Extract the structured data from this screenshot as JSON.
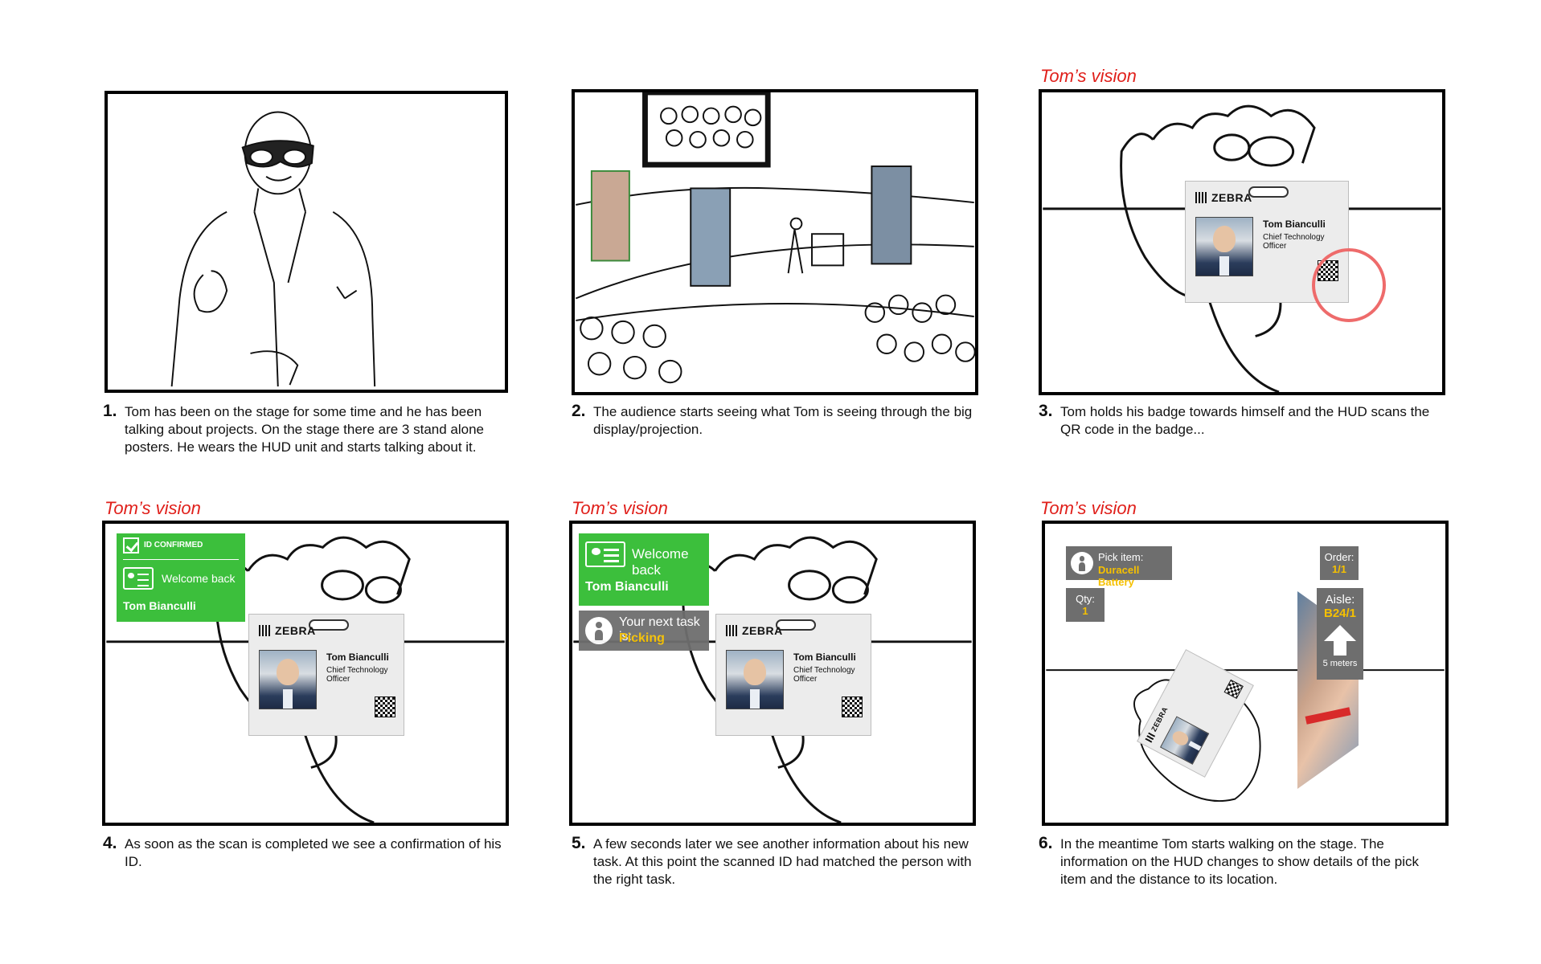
{
  "vision_label": "Tom’s vision",
  "captions": [
    {
      "num": "1.",
      "text": "Tom has been on the stage for some time and he has been talking about projects. On the stage there are 3 stand alone posters. He wears the HUD unit and starts talking about it."
    },
    {
      "num": "2.",
      "text": "The audience starts seeing what Tom is seeing through the big display/projection."
    },
    {
      "num": "3.",
      "text": "Tom holds his badge towards himself and the HUD scans the QR code in the badge..."
    },
    {
      "num": "4.",
      "text": "As soon as the scan is completed we see a confirmation of his ID."
    },
    {
      "num": "5.",
      "text": "A few seconds later we see another information about his new task. At this point the scanned ID had matched the person with the right task."
    },
    {
      "num": "6.",
      "text": "In the meantime Tom starts walking on the stage. The information on the HUD changes to show details of the pick item and the distance to its location."
    }
  ],
  "badge": {
    "logo": "ZEBRA",
    "name": "Tom Bianculli",
    "title": "Chief Technology Officer"
  },
  "hud4": {
    "id_confirmed": "ID CONFIRMED",
    "welcome": "Welcome back",
    "name": "Tom Bianculli"
  },
  "hud5": {
    "welcome": "Welcome back",
    "name": "Tom Bianculli",
    "next_task_label": "Your next task is:",
    "next_task_value": "Picking"
  },
  "hud6": {
    "pick_label": "Pick item:",
    "pick_value": "Duracell Battery",
    "order_label": "Order:",
    "order_value": "1/1",
    "qty_label": "Qty:",
    "qty_value": "1",
    "aisle_label": "Aisle:",
    "aisle_value": "B24/1",
    "distance": "5 meters"
  },
  "colors": {
    "vision_red": "#e0201b",
    "hud_green": "#3cbf3c",
    "hud_grey": "#6e6e6e",
    "highlight_yellow": "#f5c000",
    "scan_circle": "#ee6b6b"
  },
  "icons": [
    "checkmark-icon",
    "id-card-icon",
    "person-icon",
    "up-arrow-icon",
    "qr-code-icon",
    "zebra-logo-icon"
  ]
}
